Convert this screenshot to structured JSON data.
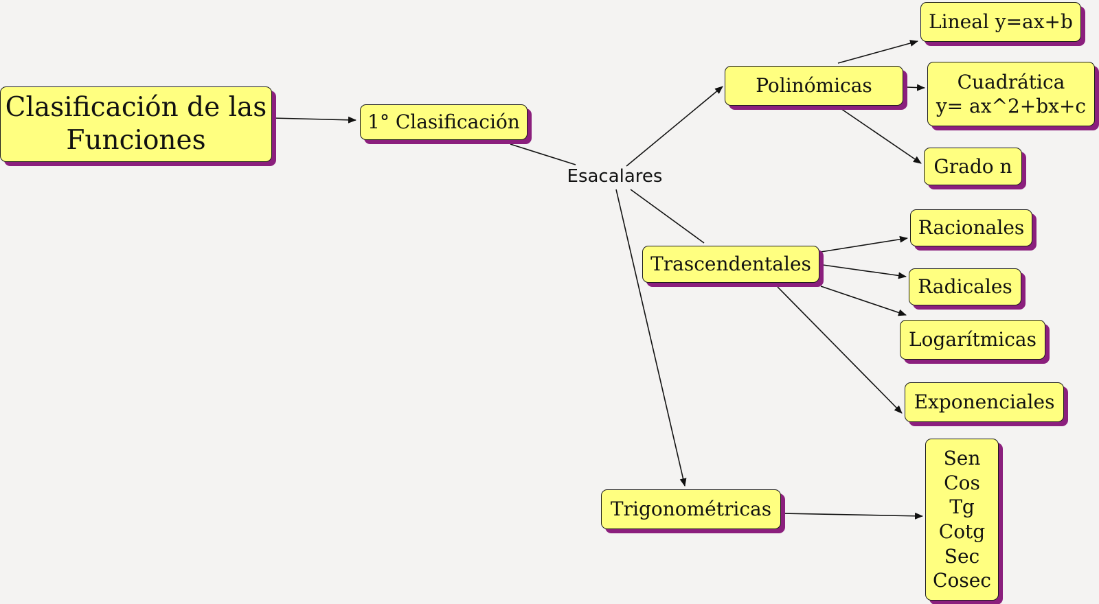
{
  "nodes": {
    "root": [
      "Clasificación de las",
      "Funciones"
    ],
    "clasificacion": "1° Clasificación",
    "escalares": "Esacalares",
    "polinomicas": "Polinómicas",
    "lineal": "Lineal y=ax+b",
    "cuadratica": [
      "Cuadrática",
      "y= ax^2+bx+c"
    ],
    "grado_n": "Grado n",
    "trascendentales": "Trascendentales",
    "racionales": "Racionales",
    "radicales": "Radicales",
    "logaritmicas": "Logarítmicas",
    "exponenciales": "Exponenciales",
    "trigonometricas": "Trigonométricas",
    "trig_list": [
      "Sen",
      "Cos",
      "Tg",
      "Cotg",
      "Sec",
      "Cosec"
    ]
  },
  "edges": [
    {
      "from": "root",
      "to": "clasificacion",
      "arrow": true
    },
    {
      "from": "clasificacion",
      "to": "escalares",
      "arrow": false
    },
    {
      "from": "escalares",
      "to": "polinomicas",
      "arrow": true
    },
    {
      "from": "escalares",
      "to": "trascendentales",
      "arrow": false
    },
    {
      "from": "escalares",
      "to": "trigonometricas",
      "arrow": true
    },
    {
      "from": "polinomicas",
      "to": "lineal",
      "arrow": true
    },
    {
      "from": "polinomicas",
      "to": "cuadratica",
      "arrow": true
    },
    {
      "from": "polinomicas",
      "to": "grado_n",
      "arrow": true
    },
    {
      "from": "trascendentales",
      "to": "racionales",
      "arrow": true
    },
    {
      "from": "trascendentales",
      "to": "radicales",
      "arrow": true
    },
    {
      "from": "trascendentales",
      "to": "logaritmicas",
      "arrow": true
    },
    {
      "from": "trascendentales",
      "to": "exponenciales",
      "arrow": true
    },
    {
      "from": "trigonometricas",
      "to": "trig_list",
      "arrow": true
    }
  ],
  "colors": {
    "node_fill": "#ffff80",
    "node_shadow": "#8b1f7d",
    "line": "#111111",
    "background": "#f4f3f2"
  }
}
